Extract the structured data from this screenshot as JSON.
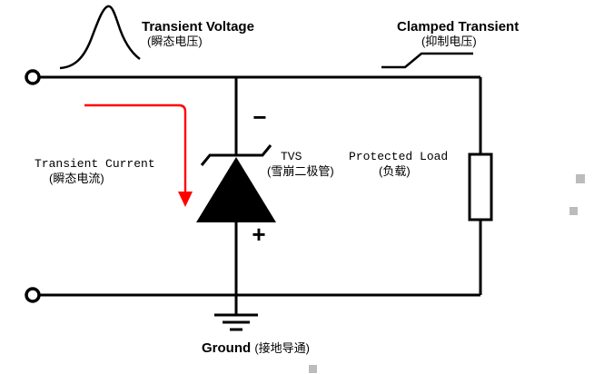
{
  "diagram": {
    "waveforms": {
      "transient_voltage": {
        "en": "Transient Voltage",
        "zh": "(瞬态电压)"
      },
      "clamped_transient": {
        "en": "Clamped Transient",
        "zh": "(抑制电压)"
      }
    },
    "annotations": {
      "transient_current": {
        "en": "Transient Current",
        "zh": "(瞬态电流)"
      },
      "tvs": {
        "en": "TVS",
        "zh": "(雪崩二极管)"
      },
      "protected_load": {
        "en": "Protected Load",
        "zh": "(负载)"
      },
      "ground": {
        "en": "Ground",
        "zh": "(接地导通)"
      },
      "polarity": {
        "minus": "−",
        "plus": "+"
      }
    },
    "colors": {
      "wire": "#000000",
      "current_arrow": "#ff0000",
      "selection_handle": "#bcbcbc",
      "background": "#ffffff"
    }
  }
}
